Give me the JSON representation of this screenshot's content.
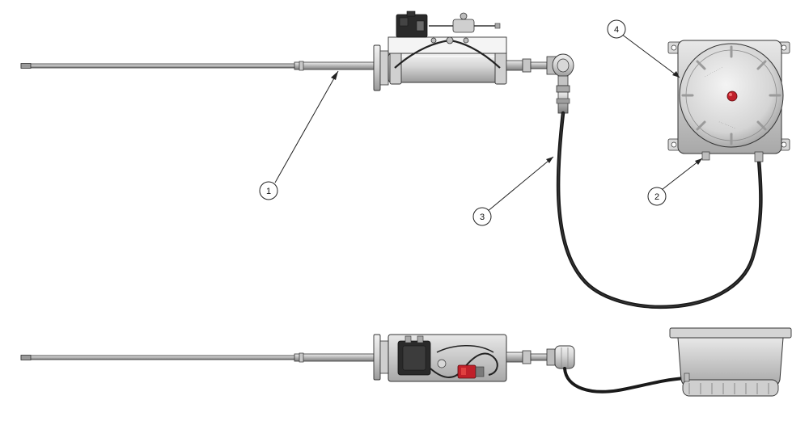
{
  "callouts": [
    {
      "number": "1"
    },
    {
      "number": "2"
    },
    {
      "number": "3"
    },
    {
      "number": "4"
    }
  ],
  "colors": {
    "line": "#333333",
    "metal_light": "#e6e6e6",
    "metal_mid": "#c4c4c4",
    "metal_dark": "#8a8a8a",
    "cable": "#1a1a1a",
    "accent_red": "#c0202a"
  }
}
